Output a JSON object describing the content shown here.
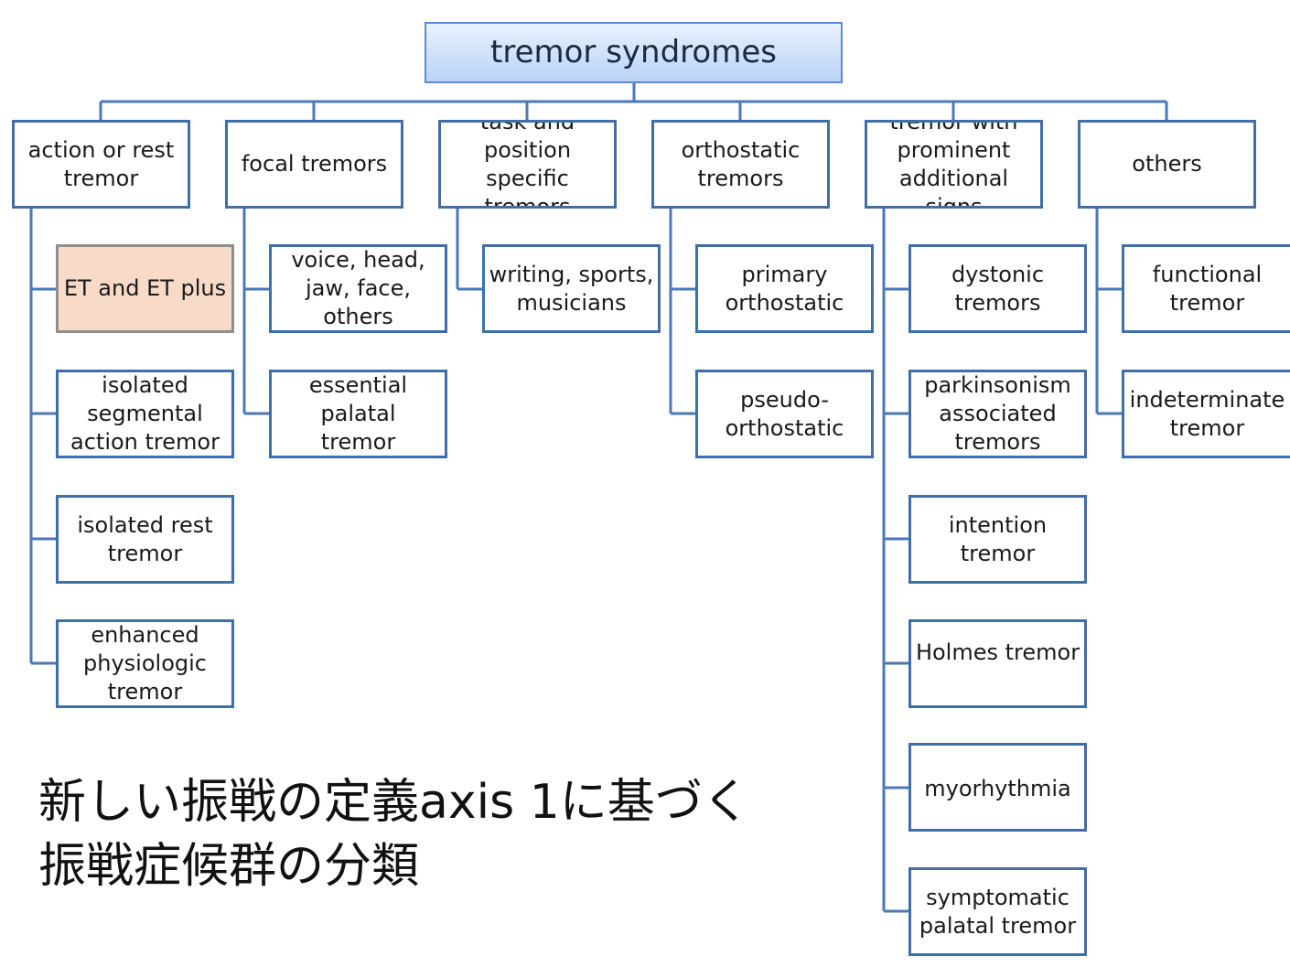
{
  "root": {
    "label": "tremor syndromes"
  },
  "categories": [
    {
      "label": "action or rest\ntremor",
      "children": [
        "ET and ET plus",
        "isolated\nsegmental\naction tremor",
        "isolated rest\ntremor",
        "enhanced\nphysiologic\ntremor"
      ]
    },
    {
      "label": "focal tremors",
      "children": [
        "voice, head,\njaw, face,\nothers",
        "essential palatal\ntremor"
      ]
    },
    {
      "label": "task and\nposition specific\ntremors",
      "children": [
        "writing, sports,\nmusicians"
      ]
    },
    {
      "label": "orthostatic\ntremors",
      "children": [
        "primary\northostatic",
        "pseudo-\northostatic"
      ]
    },
    {
      "label": "tremor with\nprominent\nadditional signs",
      "children": [
        "dystonic\ntremors",
        "parkinsonism\nassociated\ntremors",
        "intention\ntremor",
        "Holmes tremor",
        "myorhythmia",
        "symptomatic\npalatal tremor"
      ]
    },
    {
      "label": "others",
      "children": [
        "functional\ntremor",
        "indeterminate\ntremor"
      ]
    }
  ],
  "highlighted": "ET and ET plus",
  "caption": "新しい振戦の定義axis 1に基づく\n振戦症候群の分類",
  "colors": {
    "border": "#3f6ea8",
    "root_fill": "#b9d2f5",
    "highlight_fill": "#f8dac9",
    "line": "#4a78b8"
  }
}
